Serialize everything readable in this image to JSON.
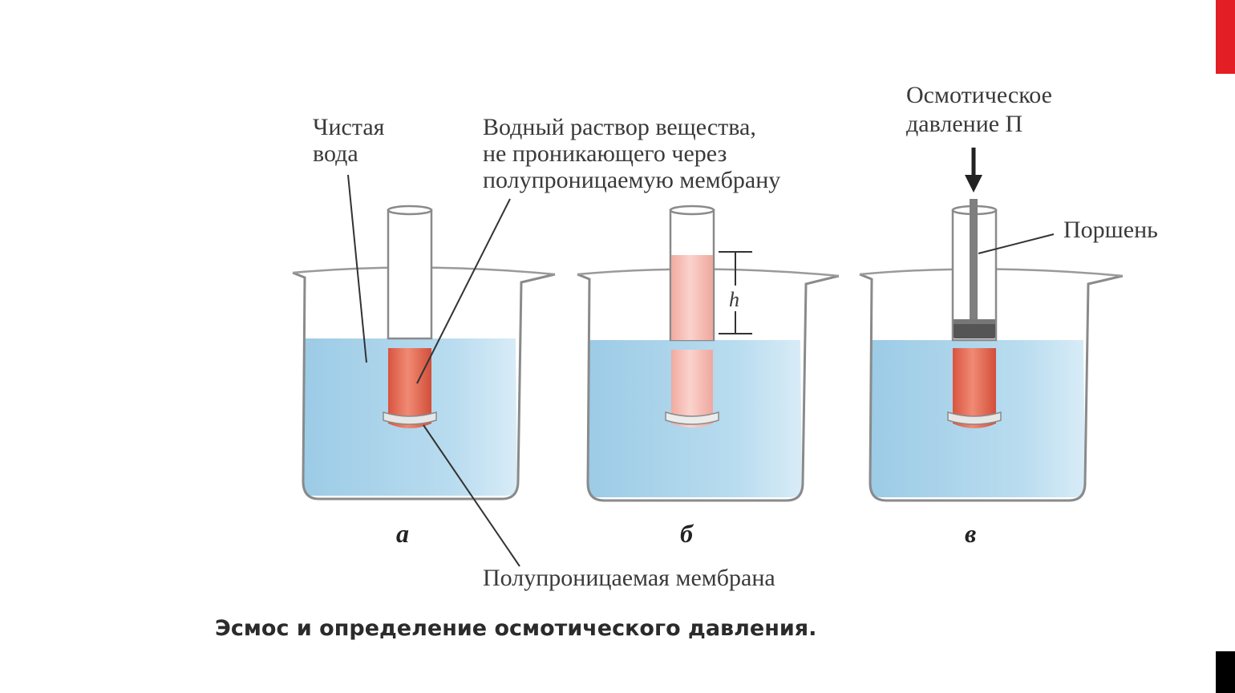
{
  "labels": {
    "pure_water_1": "Чистая",
    "pure_water_2": "вода",
    "solution_1": "Водный раствор вещества,",
    "solution_2": "не проникающего через",
    "solution_3": "полупроницаемую мембрану",
    "osmotic_1": "Осмотическое",
    "osmotic_2": "давление П",
    "piston": "Поршень",
    "h": "h",
    "membrane": "Полупроницаемая мембрана"
  },
  "panels": [
    "а",
    "б",
    "в"
  ],
  "caption": "Эсмос и определение осмотического давления.",
  "colors": {
    "water": "#a9d3ea",
    "solution_dark": "#e36a55",
    "solution_light": "#f4b9b0",
    "glass": "#8a8a8a",
    "accent_red": "#e31e24"
  }
}
